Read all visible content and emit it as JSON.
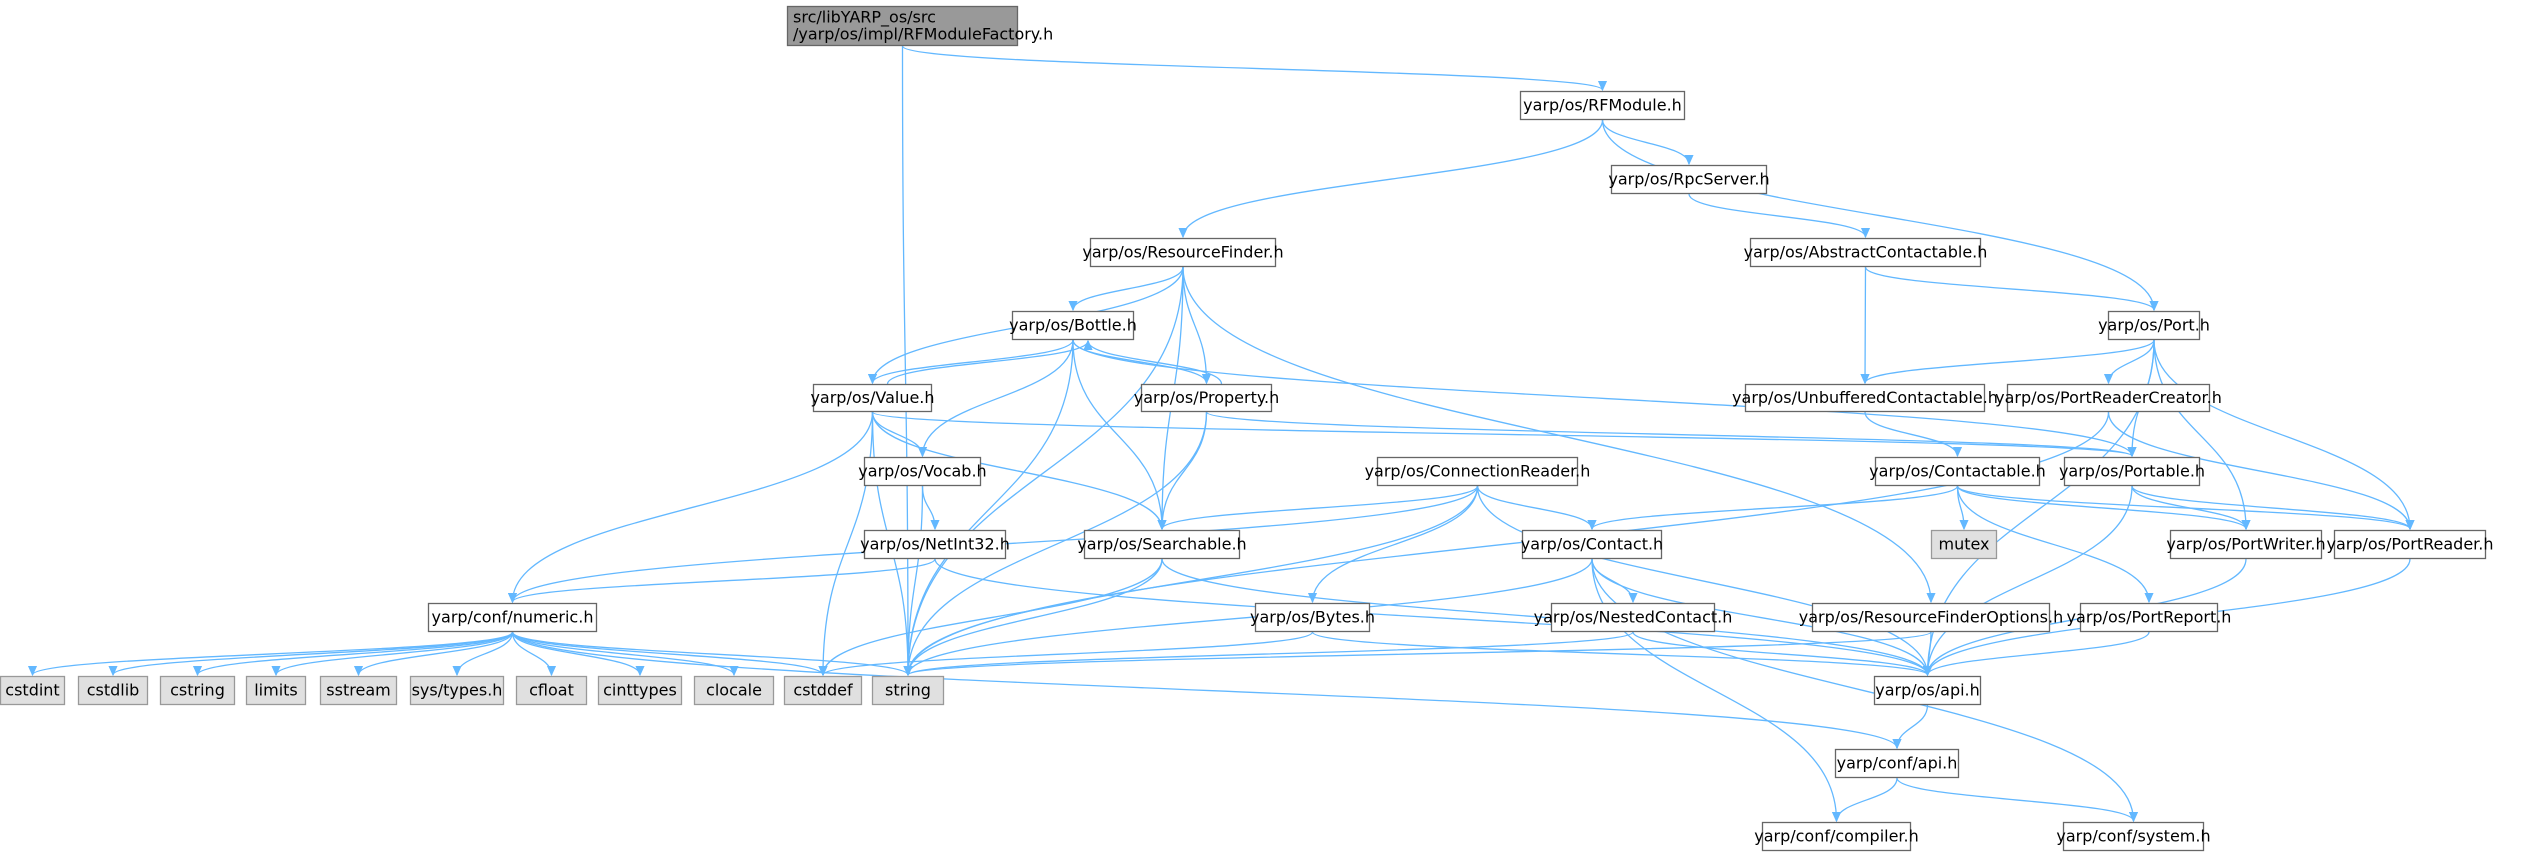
{
  "colors": {
    "edge": "#63b8ff",
    "node_border": "#666666",
    "root_fill": "#999999",
    "external_fill": "#e0e0e0",
    "background": "#ffffff"
  },
  "nodes": [
    {
      "id": "root",
      "label": "src/libYARP_os/src\n/yarp/os/impl/RFModuleFactory.h",
      "kind": "root"
    },
    {
      "id": "rfmodule",
      "label": "yarp/os/RFModule.h",
      "kind": "file"
    },
    {
      "id": "rpcserver",
      "label": "yarp/os/RpcServer.h",
      "kind": "file"
    },
    {
      "id": "resfinder",
      "label": "yarp/os/ResourceFinder.h",
      "kind": "file"
    },
    {
      "id": "abscont",
      "label": "yarp/os/AbstractContactable.h",
      "kind": "file"
    },
    {
      "id": "port",
      "label": "yarp/os/Port.h",
      "kind": "file"
    },
    {
      "id": "bottle",
      "label": "yarp/os/Bottle.h",
      "kind": "file"
    },
    {
      "id": "value",
      "label": "yarp/os/Value.h",
      "kind": "file"
    },
    {
      "id": "property",
      "label": "yarp/os/Property.h",
      "kind": "file"
    },
    {
      "id": "unbuf",
      "label": "yarp/os/UnbufferedContactable.h",
      "kind": "file"
    },
    {
      "id": "prcreator",
      "label": "yarp/os/PortReaderCreator.h",
      "kind": "file"
    },
    {
      "id": "vocab",
      "label": "yarp/os/Vocab.h",
      "kind": "file"
    },
    {
      "id": "connreader",
      "label": "yarp/os/ConnectionReader.h",
      "kind": "file"
    },
    {
      "id": "contactable",
      "label": "yarp/os/Contactable.h",
      "kind": "file"
    },
    {
      "id": "portable",
      "label": "yarp/os/Portable.h",
      "kind": "file"
    },
    {
      "id": "netint32",
      "label": "yarp/os/NetInt32.h",
      "kind": "file"
    },
    {
      "id": "searchable",
      "label": "yarp/os/Searchable.h",
      "kind": "file"
    },
    {
      "id": "contact",
      "label": "yarp/os/Contact.h",
      "kind": "file"
    },
    {
      "id": "mutex",
      "label": "mutex",
      "kind": "external"
    },
    {
      "id": "portwriter",
      "label": "yarp/os/PortWriter.h",
      "kind": "file"
    },
    {
      "id": "portreader",
      "label": "yarp/os/PortReader.h",
      "kind": "file"
    },
    {
      "id": "numeric",
      "label": "yarp/conf/numeric.h",
      "kind": "file"
    },
    {
      "id": "bytes",
      "label": "yarp/os/Bytes.h",
      "kind": "file"
    },
    {
      "id": "nested",
      "label": "yarp/os/NestedContact.h",
      "kind": "file"
    },
    {
      "id": "rfoptions",
      "label": "yarp/os/ResourceFinderOptions.h",
      "kind": "file"
    },
    {
      "id": "portreport",
      "label": "yarp/os/PortReport.h",
      "kind": "file"
    },
    {
      "id": "cstdint",
      "label": "cstdint",
      "kind": "external"
    },
    {
      "id": "cstdlib",
      "label": "cstdlib",
      "kind": "external"
    },
    {
      "id": "cstring",
      "label": "cstring",
      "kind": "external"
    },
    {
      "id": "limits",
      "label": "limits",
      "kind": "external"
    },
    {
      "id": "sstream",
      "label": "sstream",
      "kind": "external"
    },
    {
      "id": "systypes",
      "label": "sys/types.h",
      "kind": "external"
    },
    {
      "id": "cfloat",
      "label": "cfloat",
      "kind": "external"
    },
    {
      "id": "cinttypes",
      "label": "cinttypes",
      "kind": "external"
    },
    {
      "id": "clocale",
      "label": "clocale",
      "kind": "external"
    },
    {
      "id": "cstddef",
      "label": "cstddef",
      "kind": "external"
    },
    {
      "id": "string",
      "label": "string",
      "kind": "external"
    },
    {
      "id": "osapi",
      "label": "yarp/os/api.h",
      "kind": "file"
    },
    {
      "id": "confapi",
      "label": "yarp/conf/api.h",
      "kind": "file"
    },
    {
      "id": "compiler",
      "label": "yarp/conf/compiler.h",
      "kind": "file"
    },
    {
      "id": "system",
      "label": "yarp/conf/system.h",
      "kind": "file"
    }
  ],
  "edges": [
    [
      "root",
      "rfmodule"
    ],
    [
      "root",
      "string"
    ],
    [
      "rfmodule",
      "resfinder"
    ],
    [
      "rfmodule",
      "rpcserver"
    ],
    [
      "rfmodule",
      "port"
    ],
    [
      "rpcserver",
      "abscont"
    ],
    [
      "abscont",
      "port"
    ],
    [
      "abscont",
      "unbuf"
    ],
    [
      "resfinder",
      "value"
    ],
    [
      "resfinder",
      "bottle"
    ],
    [
      "resfinder",
      "property"
    ],
    [
      "resfinder",
      "searchable"
    ],
    [
      "resfinder",
      "rfoptions"
    ],
    [
      "resfinder",
      "string"
    ],
    [
      "bottle",
      "value"
    ],
    [
      "bottle",
      "property"
    ],
    [
      "bottle",
      "vocab"
    ],
    [
      "bottle",
      "searchable"
    ],
    [
      "bottle",
      "portable"
    ],
    [
      "bottle",
      "string"
    ],
    [
      "value",
      "bottle"
    ],
    [
      "value",
      "vocab"
    ],
    [
      "value",
      "searchable"
    ],
    [
      "value",
      "portable"
    ],
    [
      "value",
      "numeric"
    ],
    [
      "value",
      "string"
    ],
    [
      "value",
      "cstddef"
    ],
    [
      "property",
      "bottle"
    ],
    [
      "property",
      "searchable"
    ],
    [
      "property",
      "portable"
    ],
    [
      "property",
      "string"
    ],
    [
      "port",
      "unbuf"
    ],
    [
      "port",
      "prcreator"
    ],
    [
      "port",
      "portable"
    ],
    [
      "port",
      "portwriter"
    ],
    [
      "port",
      "portreader"
    ],
    [
      "port",
      "osapi"
    ],
    [
      "unbuf",
      "contactable"
    ],
    [
      "prcreator",
      "portreader"
    ],
    [
      "prcreator",
      "string"
    ],
    [
      "vocab",
      "netint32"
    ],
    [
      "vocab",
      "string"
    ],
    [
      "netint32",
      "numeric"
    ],
    [
      "netint32",
      "osapi"
    ],
    [
      "connreader",
      "searchable"
    ],
    [
      "connreader",
      "contact"
    ],
    [
      "connreader",
      "bytes"
    ],
    [
      "connreader",
      "numeric"
    ],
    [
      "connreader",
      "string"
    ],
    [
      "connreader",
      "osapi"
    ],
    [
      "contactable",
      "contact"
    ],
    [
      "contactable",
      "mutex"
    ],
    [
      "contactable",
      "portwriter"
    ],
    [
      "contactable",
      "portreader"
    ],
    [
      "contactable",
      "portreport"
    ],
    [
      "portable",
      "portwriter"
    ],
    [
      "portable",
      "portreader"
    ],
    [
      "portable",
      "osapi"
    ],
    [
      "searchable",
      "osapi"
    ],
    [
      "searchable",
      "string"
    ],
    [
      "searchable",
      "cstddef"
    ],
    [
      "contact",
      "nested"
    ],
    [
      "contact",
      "osapi"
    ],
    [
      "contact",
      "string"
    ],
    [
      "contact",
      "compiler"
    ],
    [
      "contact",
      "system"
    ],
    [
      "portwriter",
      "osapi"
    ],
    [
      "portreader",
      "osapi"
    ],
    [
      "numeric",
      "cstdint"
    ],
    [
      "numeric",
      "cstdlib"
    ],
    [
      "numeric",
      "cstring"
    ],
    [
      "numeric",
      "limits"
    ],
    [
      "numeric",
      "sstream"
    ],
    [
      "numeric",
      "systypes"
    ],
    [
      "numeric",
      "cfloat"
    ],
    [
      "numeric",
      "cinttypes"
    ],
    [
      "numeric",
      "clocale"
    ],
    [
      "numeric",
      "cstddef"
    ],
    [
      "numeric",
      "string"
    ],
    [
      "numeric",
      "confapi"
    ],
    [
      "bytes",
      "cstddef"
    ],
    [
      "bytes",
      "osapi"
    ],
    [
      "nested",
      "osapi"
    ],
    [
      "nested",
      "string"
    ],
    [
      "rfoptions",
      "osapi"
    ],
    [
      "rfoptions",
      "string"
    ],
    [
      "portreport",
      "osapi"
    ],
    [
      "osapi",
      "confapi"
    ],
    [
      "confapi",
      "compiler"
    ],
    [
      "confapi",
      "system"
    ]
  ]
}
